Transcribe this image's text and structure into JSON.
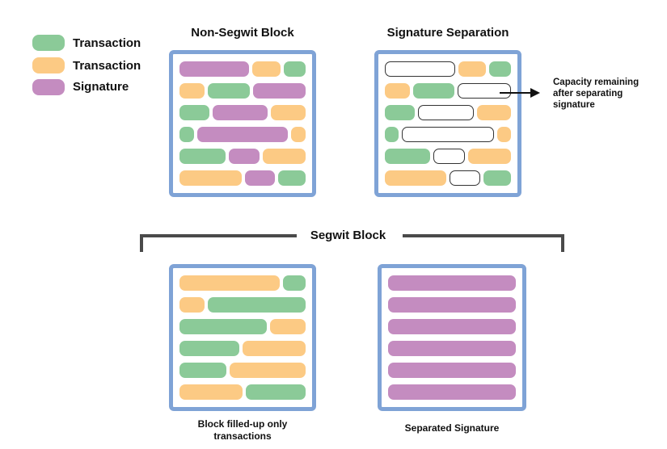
{
  "colors": {
    "green": "#8bca98",
    "orange": "#fcca84",
    "purple": "#c48cc0",
    "empty_fill": "#ffffff",
    "empty_border": "#333333",
    "block_border": "#7fa3d6",
    "bracket": "#4a4a4a"
  },
  "legend": [
    {
      "color": "green",
      "label": "Transaction"
    },
    {
      "color": "orange",
      "label": "Transaction"
    },
    {
      "color": "purple",
      "label": "Signature"
    }
  ],
  "blocks": {
    "non_segwit": {
      "title": "Non-Segwit Block",
      "rows": [
        [
          {
            "type": "purple",
            "w": 88
          },
          {
            "type": "orange",
            "w": 36
          },
          {
            "type": "green",
            "w": 28
          }
        ],
        [
          {
            "type": "orange",
            "w": 32
          },
          {
            "type": "green",
            "w": 53
          },
          {
            "type": "purple",
            "w": 67
          }
        ],
        [
          {
            "type": "green",
            "w": 38
          },
          {
            "type": "purple",
            "w": 70
          },
          {
            "type": "orange",
            "w": 44
          }
        ],
        [
          {
            "type": "green",
            "w": 18
          },
          {
            "type": "purple",
            "w": 116
          },
          {
            "type": "orange",
            "w": 18
          }
        ],
        [
          {
            "type": "green",
            "w": 58
          },
          {
            "type": "purple",
            "w": 38
          },
          {
            "type": "orange",
            "w": 54
          }
        ],
        [
          {
            "type": "orange",
            "w": 79
          },
          {
            "type": "purple",
            "w": 38
          },
          {
            "type": "green",
            "w": 35
          }
        ]
      ]
    },
    "signature_separation": {
      "title": "Signature Separation",
      "rows": [
        [
          {
            "type": "empty",
            "w": 88
          },
          {
            "type": "orange",
            "w": 36
          },
          {
            "type": "green",
            "w": 28
          }
        ],
        [
          {
            "type": "orange",
            "w": 32
          },
          {
            "type": "green",
            "w": 53
          },
          {
            "type": "empty",
            "w": 67
          }
        ],
        [
          {
            "type": "green",
            "w": 38
          },
          {
            "type": "empty",
            "w": 70
          },
          {
            "type": "orange",
            "w": 44
          }
        ],
        [
          {
            "type": "green",
            "w": 18
          },
          {
            "type": "empty",
            "w": 116
          },
          {
            "type": "orange",
            "w": 18
          }
        ],
        [
          {
            "type": "green",
            "w": 58
          },
          {
            "type": "empty",
            "w": 38
          },
          {
            "type": "orange",
            "w": 54
          }
        ],
        [
          {
            "type": "orange",
            "w": 79
          },
          {
            "type": "empty",
            "w": 38
          },
          {
            "type": "green",
            "w": 35
          }
        ]
      ],
      "annotation": [
        "Capacity remaining",
        "after separating",
        "signature"
      ]
    },
    "segwit_transactions": {
      "caption": [
        "Block filled-up only",
        "transactions"
      ],
      "rows": [
        [
          {
            "type": "orange",
            "w": 126
          },
          {
            "type": "green",
            "w": 28
          }
        ],
        [
          {
            "type": "orange",
            "w": 31
          },
          {
            "type": "green",
            "w": 123
          }
        ],
        [
          {
            "type": "green",
            "w": 109
          },
          {
            "type": "orange",
            "w": 45
          }
        ],
        [
          {
            "type": "green",
            "w": 75
          },
          {
            "type": "orange",
            "w": 79
          }
        ],
        [
          {
            "type": "green",
            "w": 59
          },
          {
            "type": "orange",
            "w": 95
          }
        ],
        [
          {
            "type": "orange",
            "w": 79
          },
          {
            "type": "green",
            "w": 75
          }
        ]
      ]
    },
    "segwit_signatures": {
      "caption": [
        "Separated Signature"
      ],
      "rows": [
        [
          {
            "type": "purple",
            "w": 156
          }
        ],
        [
          {
            "type": "purple",
            "w": 156
          }
        ],
        [
          {
            "type": "purple",
            "w": 156
          }
        ],
        [
          {
            "type": "purple",
            "w": 156
          }
        ],
        [
          {
            "type": "purple",
            "w": 156
          }
        ],
        [
          {
            "type": "purple",
            "w": 156
          }
        ]
      ]
    }
  },
  "segwit_group_title": "Segwit Block"
}
